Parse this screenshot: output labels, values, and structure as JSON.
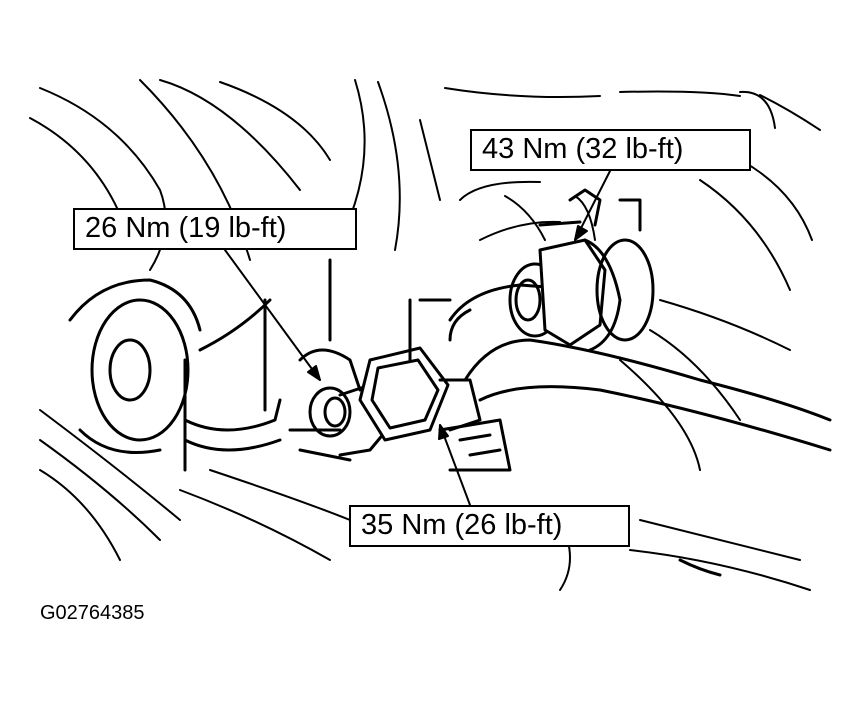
{
  "diagram": {
    "callouts": [
      {
        "id": "torque-top-right",
        "text": "43 Nm (32 lb-ft)"
      },
      {
        "id": "torque-left",
        "text": "26 Nm (19 lb-ft)"
      },
      {
        "id": "torque-bottom",
        "text": "35 Nm (26 lb-ft)"
      }
    ],
    "figure_id": "G02764385",
    "colors": {
      "line": "#000000",
      "background": "#ffffff"
    }
  }
}
